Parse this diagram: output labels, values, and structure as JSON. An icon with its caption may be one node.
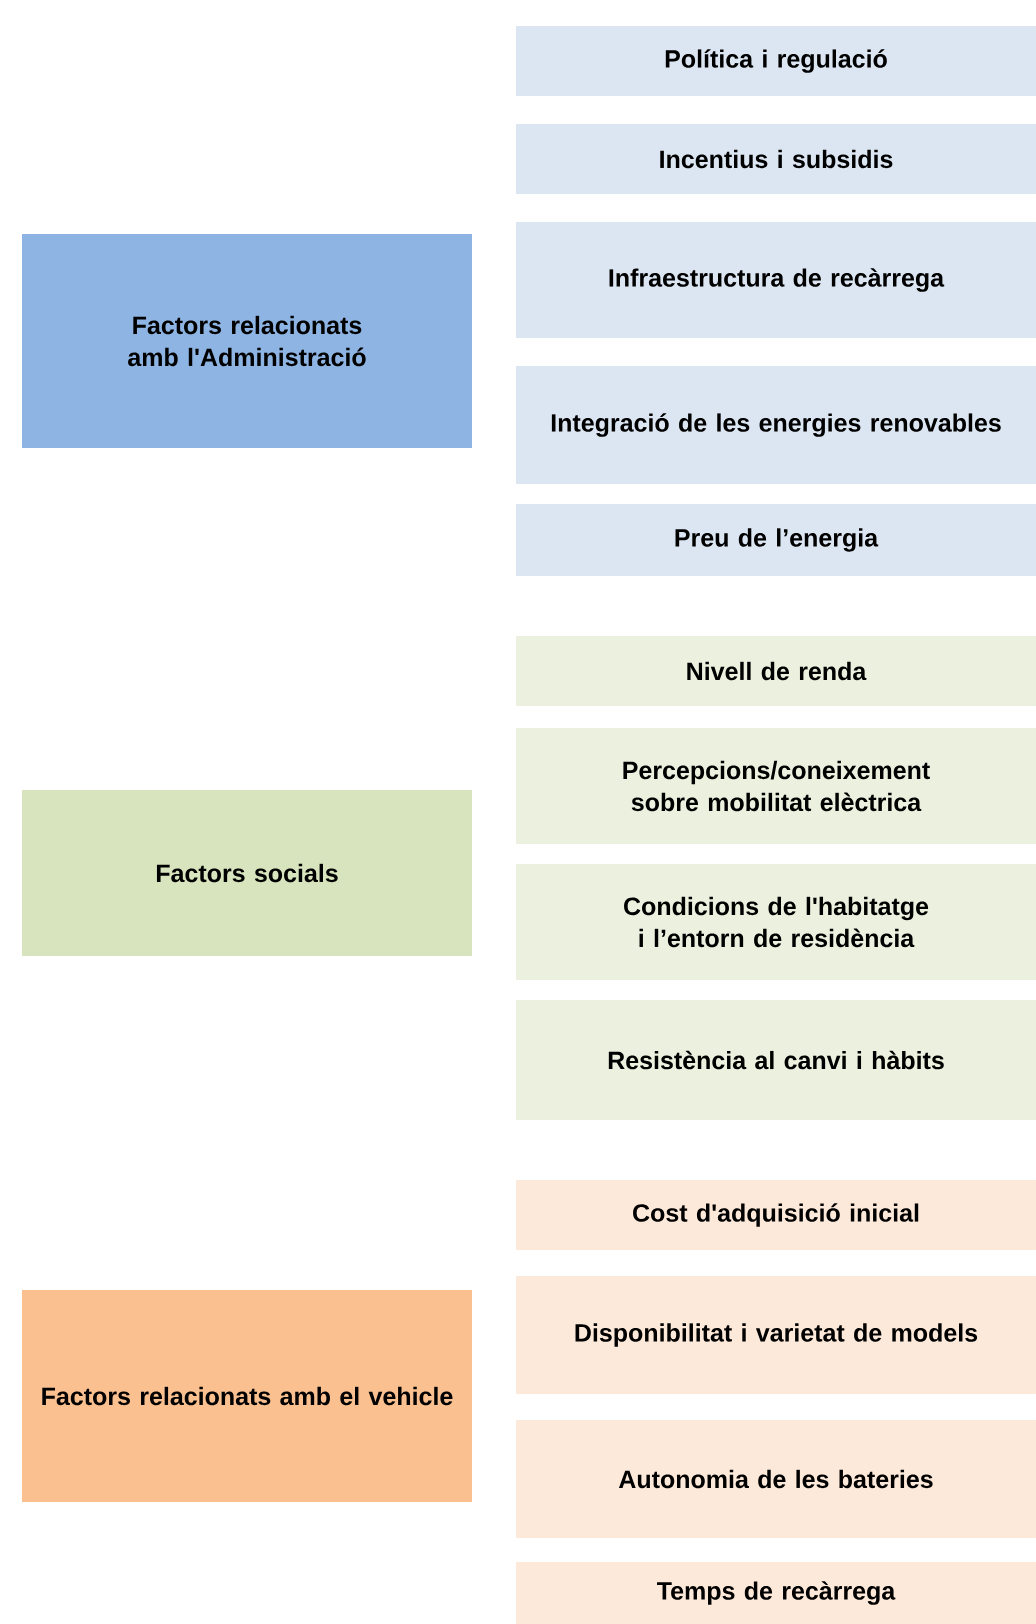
{
  "diagram": {
    "nodes": [
      {
        "text": [
          "Factors relacionats amb l'Administració"
        ]
      },
      {
        "text": [
          "Política i regulació"
        ]
      },
      {
        "text": [
          "Incentius i subsidis"
        ]
      },
      {
        "text": [
          "Infraestructura de recàrrega"
        ]
      },
      {
        "text": [
          "Integració de les energies renovables"
        ]
      },
      {
        "text": [
          "Preu de l’energia"
        ]
      },
      {
        "text": [
          "Factors socials"
        ]
      },
      {
        "text": [
          "Nivell de renda"
        ]
      },
      {
        "text": [
          "Percepcions/coneixement sobre mobilitat elèctrica"
        ]
      },
      {
        "text": [
          "Condicions de l'habitatge i l’entorn de residència"
        ]
      },
      {
        "text": [
          "Resistència al canvi i hàbits"
        ]
      },
      {
        "text": [
          "Factors relacionats amb el vehicle"
        ]
      },
      {
        "text": [
          "Cost d'adquisició inicial"
        ]
      },
      {
        "text": [
          "Disponibilitat i varietat de models"
        ]
      },
      {
        "text": [
          "Autonomia de les bateries"
        ]
      },
      {
        "text": [
          "Temps de recàrrega"
        ]
      }
    ]
  }
}
